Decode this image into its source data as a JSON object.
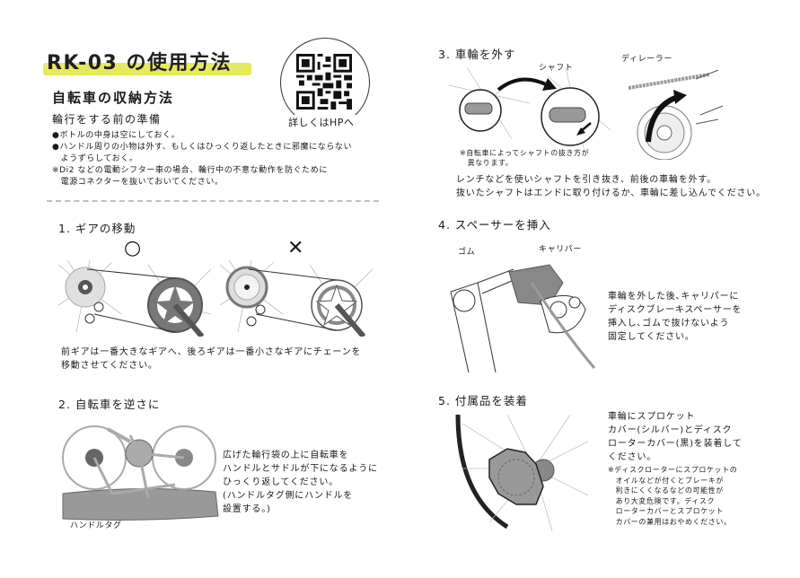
{
  "header": {
    "title": "RK-03 の使用方法",
    "highlight_color": "#e4ea5a"
  },
  "storage": {
    "heading": "自転車の収納方法",
    "subheading": "輪行をする前の準備",
    "bullets": [
      "●ボトルの中身は空にしておく。",
      "●ハンドル周りの小物は外す、もしくはひっくり返したときに邪魔にならない",
      "　ようずらしておく。"
    ],
    "note_lines": [
      "※Di2 などの電動シフター車の場合、輪行中の不意な動作を防ぐために",
      "　電源コネクターを抜いておいてください。"
    ]
  },
  "qr": {
    "label": "詳しくはHPへ",
    "icon": "qr-code-icon"
  },
  "steps": [
    {
      "title": "1. ギアの移動",
      "good_mark": "○",
      "bad_mark": "✕",
      "text_lines": [
        "前ギアは一番大きなギアへ、後ろギアは一番小さなギアにチェーンを",
        "移動させてください。"
      ]
    },
    {
      "title": "2. 自転車を逆さに",
      "label": "ハンドルタグ",
      "text_lines": [
        "広げた輪行袋の上に自転車を",
        "ハンドルとサドルが下になるように",
        "ひっくり返してください。",
        "(ハンドルタグ側にハンドルを",
        "設置する。)"
      ]
    },
    {
      "title": "3. 車輪を外す",
      "label_shaft": "シャフト",
      "label_derailleur": "ディレーラー",
      "note_lines": [
        "※自転車によってシャフトの抜き方が",
        "　異なります。"
      ],
      "text_lines": [
        "レンチなどを使いシャフトを引き抜き、前後の車輪を外す。",
        "抜いたシャフトはエンドに取り付けるか、車輪に差し込んでください。"
      ]
    },
    {
      "title": "4. スペーサーを挿入",
      "label_rubber": "ゴム",
      "label_caliper": "キャリパー",
      "text_lines": [
        "車輪を外した後､キャリパーに",
        "ディスクブレーキスペーサーを",
        "挿入し､ゴムで抜けないよう",
        "固定してください。"
      ]
    },
    {
      "title": "5. 付属品を装着",
      "text_lines": [
        "車輪にスプロケット",
        "カバー(シルバー)とディスク",
        "ローターカバー(黒)を装着して",
        "ください。"
      ],
      "note_lines": [
        "※ディスクローターにスプロケットの",
        "　オイルなどが付くとブレーキが",
        "　利きにくくなるなどの可能性が",
        "　あり大変危険です。ディスク",
        "　ローターカバーとスプロケット",
        "　カバーの兼用はおやめください。"
      ]
    }
  ]
}
